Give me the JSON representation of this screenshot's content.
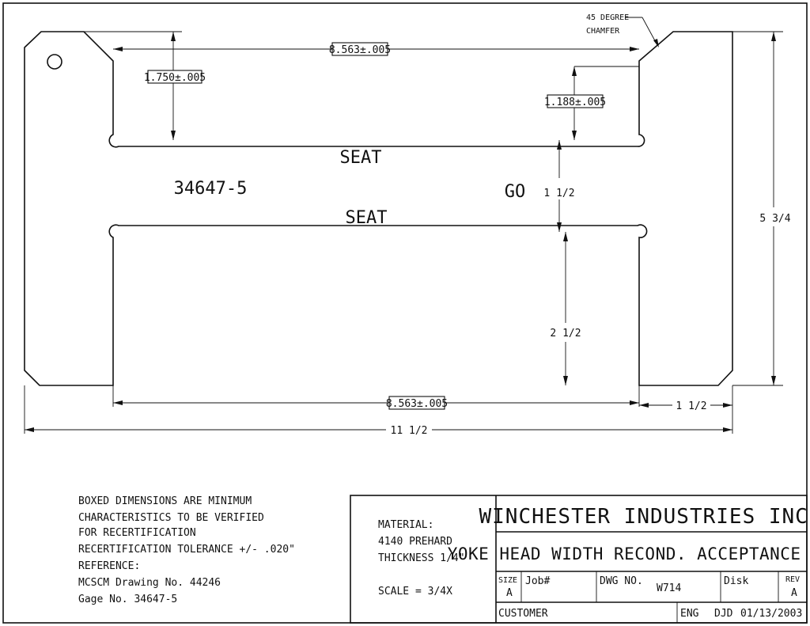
{
  "drawing": {
    "part_number": "34647-5",
    "seat_label": "SEAT",
    "go_label": "GO",
    "chamfer_note": [
      "45 DEGREE",
      "CHAMFER"
    ],
    "dimensions": {
      "top_width": "8.563±.005",
      "bottom_width": "8.563±.005",
      "left_depth": "1.750±.005",
      "right_depth": "1.188±.005",
      "gap": "1 1/2",
      "lower_leg": "2 1/2",
      "overall_height": "5 3/4",
      "right_leg_width": "1 1/2",
      "overall_width": "11 1/2"
    }
  },
  "notes": [
    "BOXED DIMENSIONS ARE MINIMUM",
    "CHARACTERISTICS TO BE VERIFIED",
    "FOR RECERTIFICATION",
    "RECERTIFICATION TOLERANCE +/- .020\"",
    "REFERENCE:",
    "MCSCM Drawing No. 44246",
    "Gage No. 34647-5"
  ],
  "material": {
    "lines": [
      "MATERIAL:",
      "4140 PREHARD",
      "THICKNESS 1/4\""
    ],
    "scale": "SCALE = 3/4X"
  },
  "title_block": {
    "company": "WINCHESTER INDUSTRIES INC.",
    "part_title": "YOKE HEAD WIDTH RECOND. ACCEPTANCE GAGE",
    "size_label": "SIZE",
    "size_value": "A",
    "job_label": "Job#",
    "dwg_label": "DWG NO.",
    "dwg_value": "W714",
    "disk_label": "Disk",
    "rev_label": "REV",
    "rev_value": "A",
    "customer_label": "CUSTOMER",
    "eng_label": "ENG",
    "eng_value": "DJD",
    "date": "01/13/2003"
  }
}
